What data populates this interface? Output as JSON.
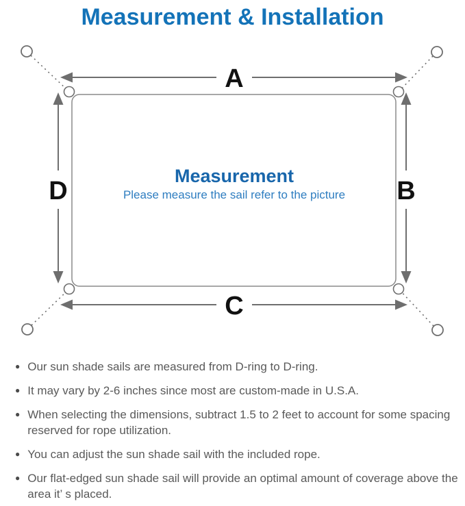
{
  "title": "Measurement & Installation",
  "colors": {
    "title_blue": "#1473b8",
    "center_title_blue": "#1866ab",
    "subtitle_blue": "#2e7dc0",
    "line_gray": "#6e6e6e",
    "outline_gray": "#8a8a8a",
    "label_black": "#111111",
    "note_gray": "#595959"
  },
  "diagram": {
    "dimension_labels": {
      "top": "A",
      "right": "B",
      "bottom": "C",
      "left": "D"
    },
    "center": {
      "title": "Measurement",
      "subtitle": "Please measure the sail refer to the picture"
    }
  },
  "notes": {
    "bullet_glyph": "●",
    "items": [
      "Our sun shade sails are measured from D-ring to D-ring.",
      "It may vary by 2-6 inches since most are custom-made in U.S.A.",
      "When selecting the dimensions, subtract 1.5 to 2 feet to account for some spacing reserved for rope utilization.",
      "You can adjust the sun shade sail with the included rope.",
      "Our flat-edged sun shade sail will provide an optimal amount of coverage above the area it’ s placed."
    ]
  }
}
